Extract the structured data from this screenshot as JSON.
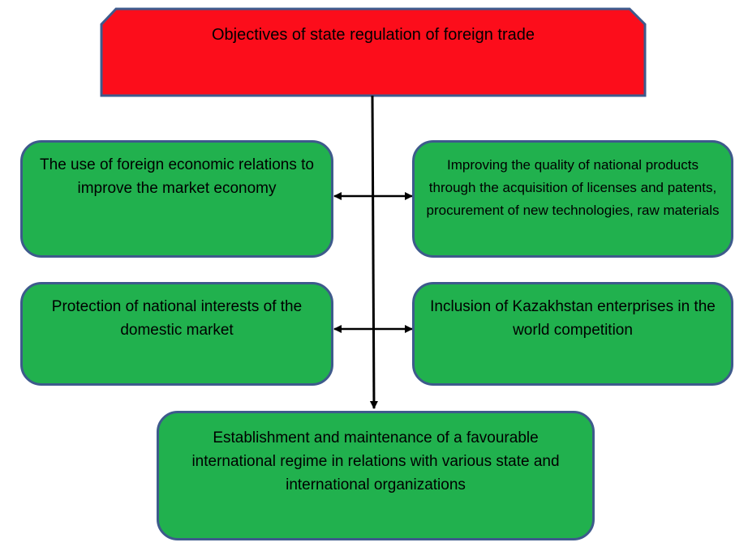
{
  "colors": {
    "header_fill": "#fc0d1b",
    "box_fill": "#21b14e",
    "border": "#3e5a8c",
    "arrow": "#000000"
  },
  "header": {
    "title": "Objectives of state regulation of foreign trade"
  },
  "objectives": {
    "top_left": "The use of foreign economic relations to improve the market economy",
    "top_right": "Improving the quality of national products through the acquisition  of licenses and patents, procurement of new technologies,  raw materials",
    "middle_left": "Protection of national interests of the domestic market",
    "middle_right": "Inclusion of Kazakhstan enterprises in the world competition",
    "bottom": "Establishment and maintenance of a favourable international regime in relations with various state and international organizations"
  }
}
